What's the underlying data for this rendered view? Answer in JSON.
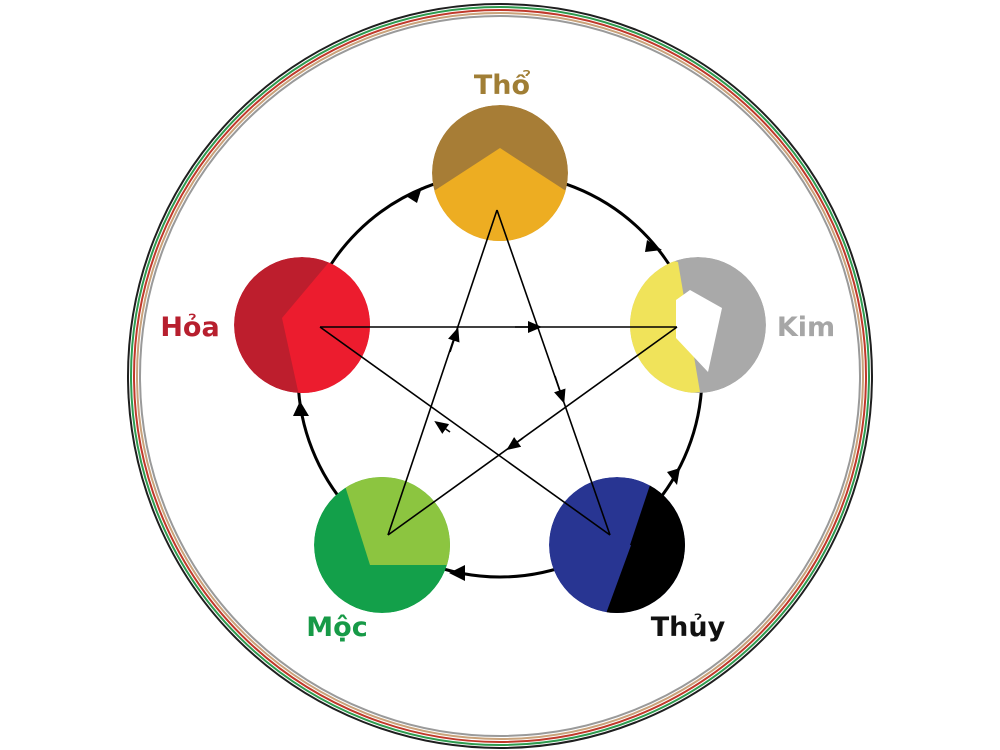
{
  "elements": {
    "tho": {
      "label": "Thổ",
      "label_color": "#a07e35",
      "dark": "#a77d36",
      "light": "#edad22"
    },
    "kim": {
      "label": "Kim",
      "label_color": "#a6a6a6",
      "dark": "#a9a9a9",
      "light": "#f0e35a"
    },
    "thuy": {
      "label": "Thủy",
      "label_color": "#111111",
      "dark": "#000000",
      "light": "#283592"
    },
    "moc": {
      "label": "Mộc",
      "label_color": "#179a47",
      "dark": "#13a04a",
      "light": "#8cc540"
    },
    "hoa": {
      "label": "Hỏa",
      "label_color": "#b71f2e",
      "dark": "#bd1e2d",
      "light": "#ec1c2e"
    }
  },
  "border_ring_colors": [
    "#1f1f1f",
    "#2e9b4f",
    "#c0392b",
    "#c9a27a",
    "#9a9a9a"
  ]
}
